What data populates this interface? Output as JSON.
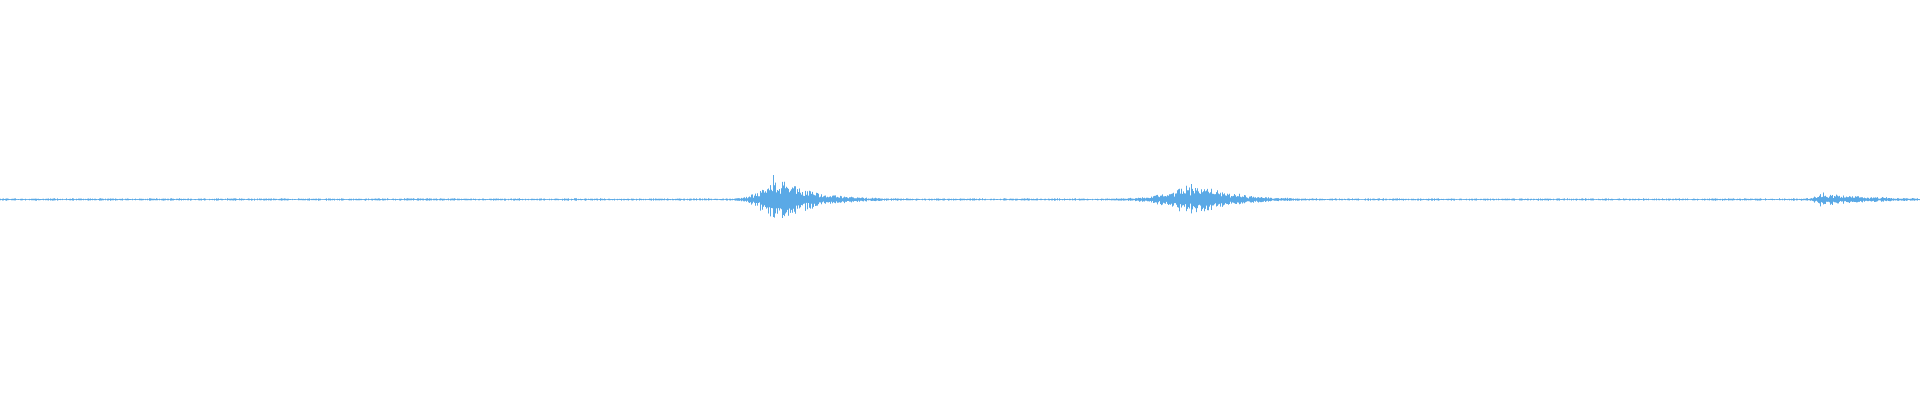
{
  "waveform": {
    "color": "#5aa9e6",
    "background": "#ffffff",
    "duration_fraction_bursts": [
      {
        "center": 0.401,
        "peak": 0.15,
        "decay": 0.02,
        "attack": 0.006
      },
      {
        "center": 0.621,
        "peak": 0.1,
        "decay": 0.02,
        "attack": 0.014
      },
      {
        "center": 0.948,
        "peak": 0.04,
        "decay": 0.03,
        "attack": 0.004
      }
    ],
    "baseline_amplitude": 0.004,
    "max_amplitude": 1.0
  }
}
